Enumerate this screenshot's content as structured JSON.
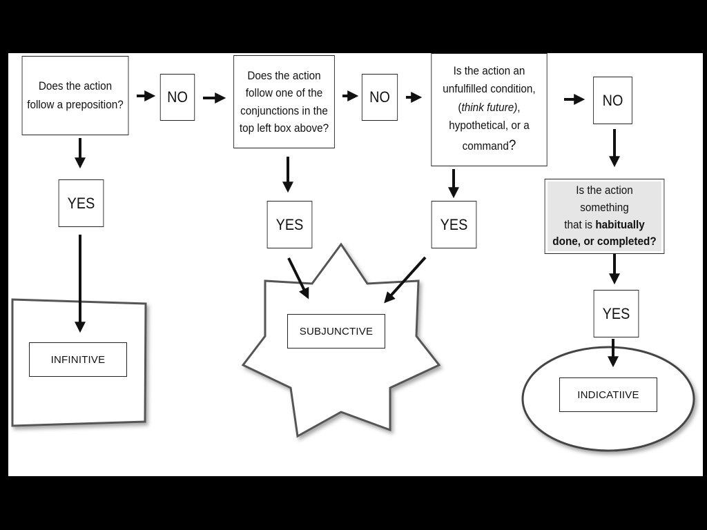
{
  "questions": {
    "q1": "Does the action follow a preposition?",
    "q2": "Does the action follow one of the conjunctions in the top left box above?",
    "q3": {
      "part1": "Is the action an unfulfilled condition,",
      "part2": "(",
      "part3": "think future)",
      "part4": ",",
      "part5": "hypothetical, or a command",
      "part6": "?"
    },
    "q4": {
      "part1": "Is the action something",
      "part2": "that is ",
      "part3": "habitually",
      "part4": "done, or completed?"
    }
  },
  "answers": {
    "no": "NO",
    "yes": "YES"
  },
  "outcomes": {
    "infinitive": "INFINITIVE",
    "subjunctive": "SUBJUNCTIVE",
    "indicative": "INDICATIIVE"
  },
  "colors": {
    "background": "#000000",
    "slide": "#ffffff",
    "stroke": "#222222",
    "shade": "#e6e6e6"
  }
}
